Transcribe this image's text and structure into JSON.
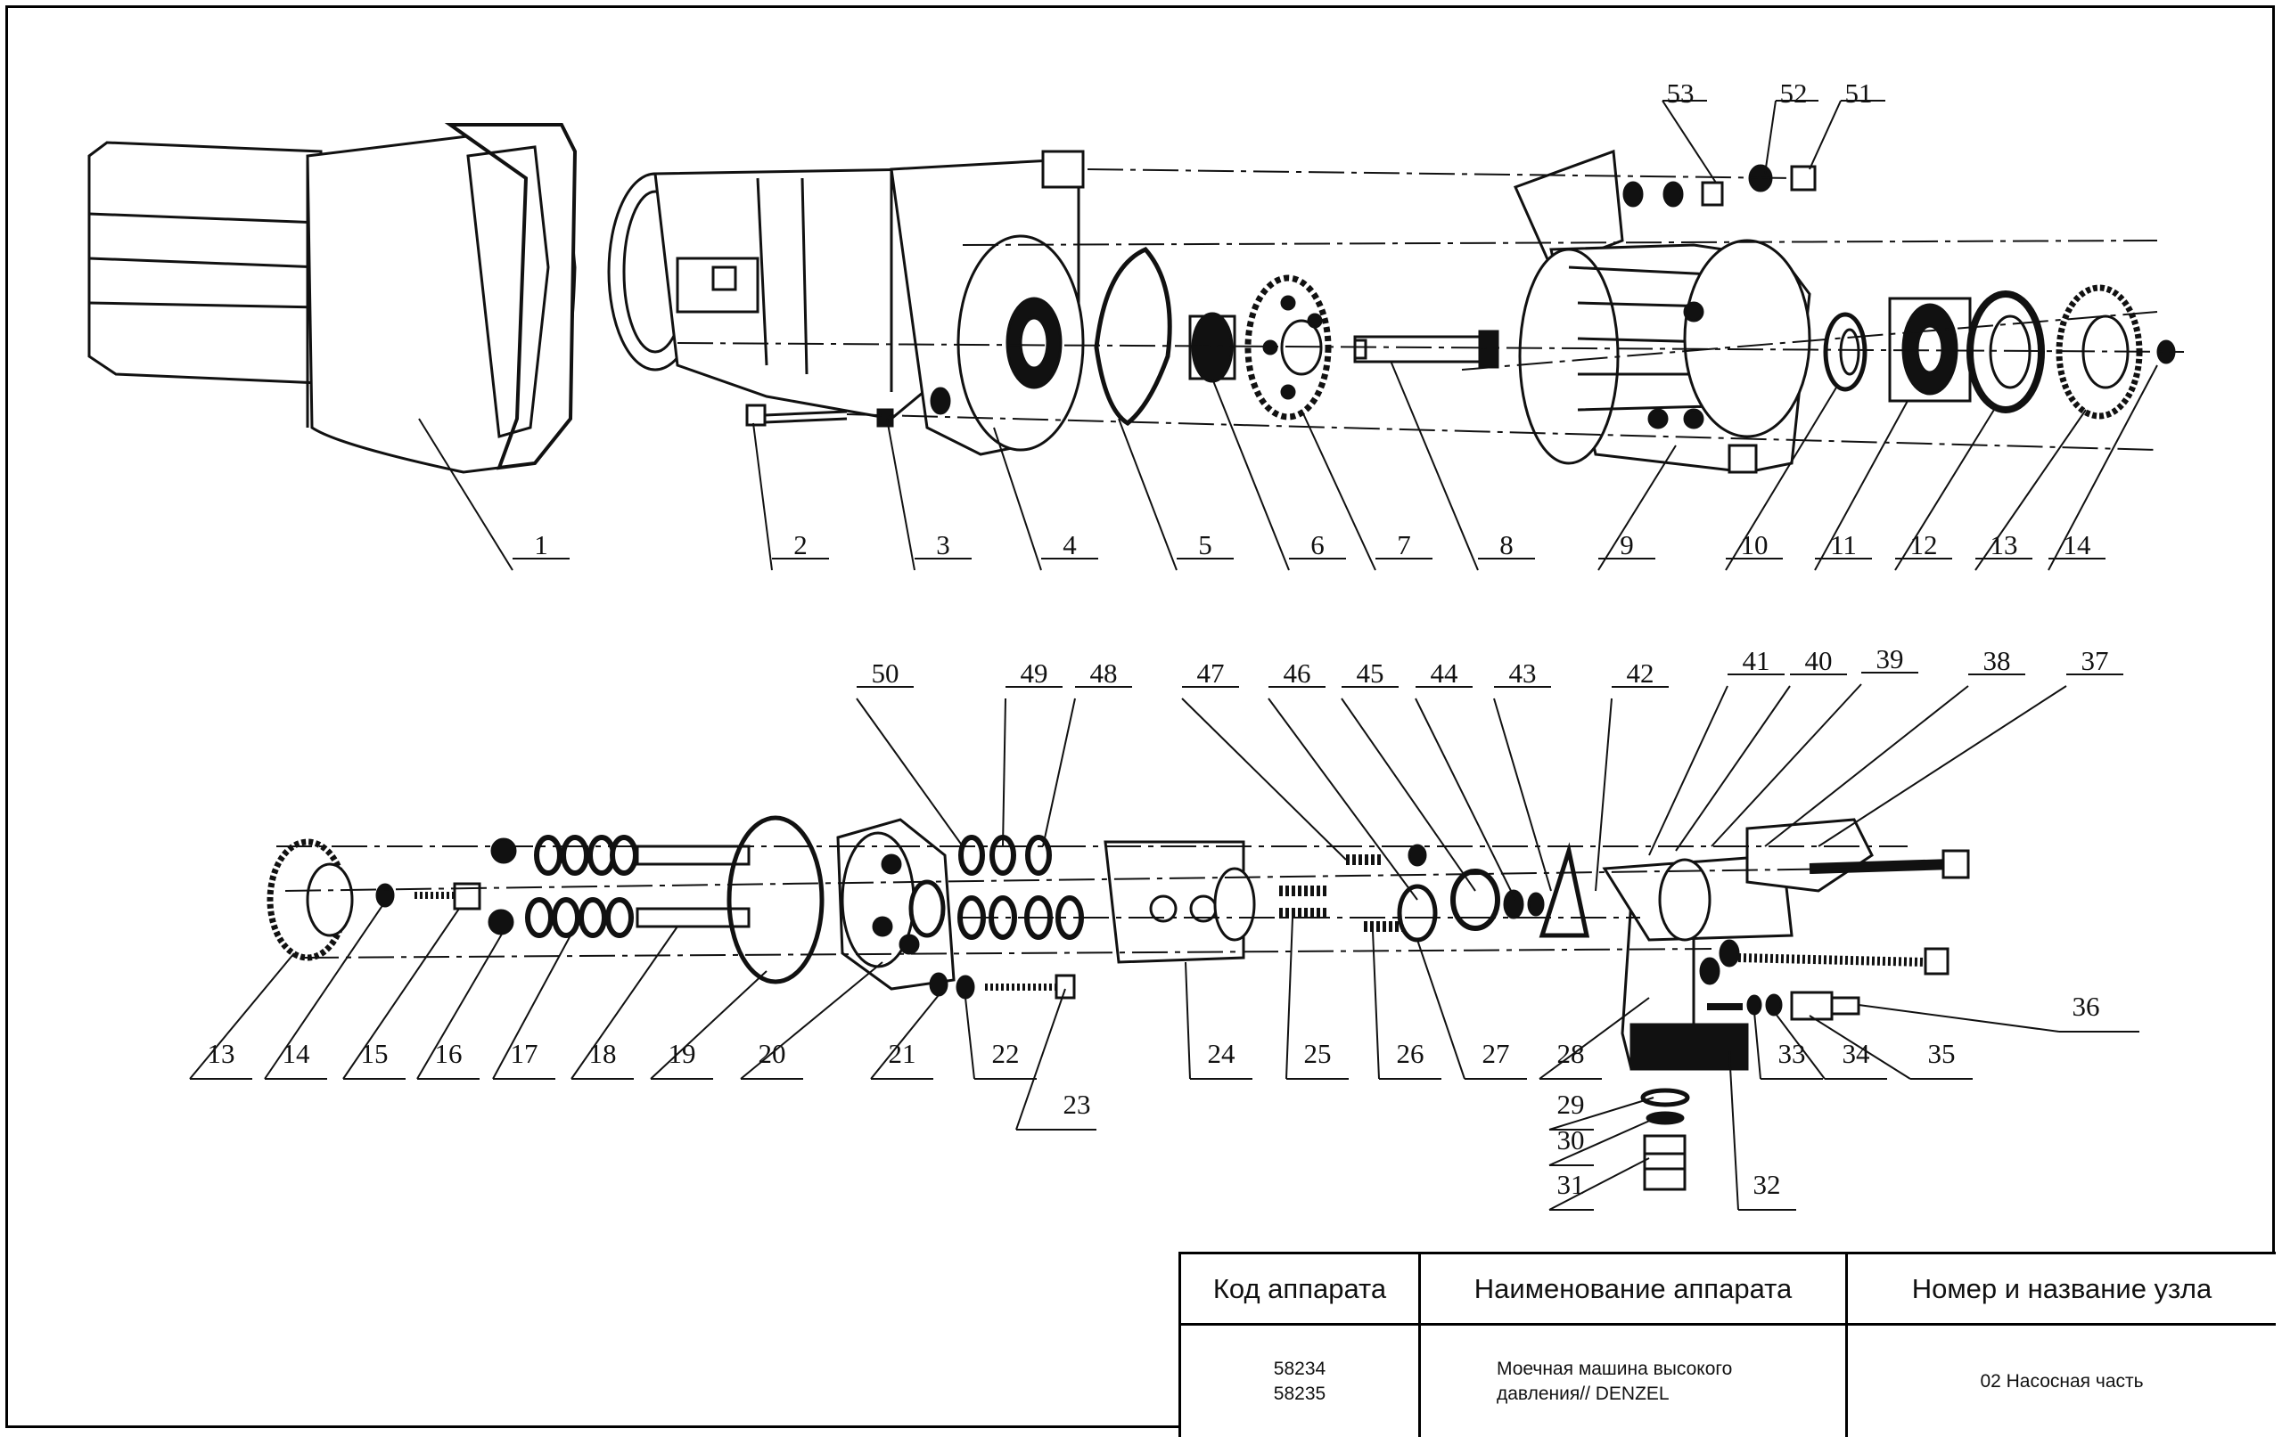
{
  "callouts_row1": [
    "1",
    "2",
    "3",
    "4",
    "5",
    "6",
    "7",
    "8",
    "9",
    "10",
    "11",
    "12",
    "13",
    "14"
  ],
  "callouts_top": [
    "53",
    "52",
    "51"
  ],
  "callouts_row2_top": [
    "50",
    "49",
    "48",
    "47",
    "46",
    "45",
    "44",
    "43",
    "42",
    "41",
    "40",
    "39",
    "38",
    "37"
  ],
  "callouts_row2_bottom": [
    "13",
    "14",
    "15",
    "16",
    "17",
    "18",
    "19",
    "20",
    "21",
    "22",
    "24",
    "25",
    "26",
    "27",
    "28",
    "33",
    "34",
    "35"
  ],
  "callouts_extra": [
    "23",
    "29",
    "30",
    "31",
    "32",
    "36"
  ],
  "title_block": {
    "headers": {
      "code": "Код аппарата",
      "name": "Наименование аппарата",
      "unit": "Номер и название узла"
    },
    "codes": [
      "58234",
      "58235"
    ],
    "name_lines": [
      "Моечная машина высокого",
      "давления// DENZEL"
    ],
    "unit_value": "02 Насосная часть"
  },
  "colors": {
    "ink": "#111111",
    "line": "#000000",
    "paper": "#ffffff"
  }
}
